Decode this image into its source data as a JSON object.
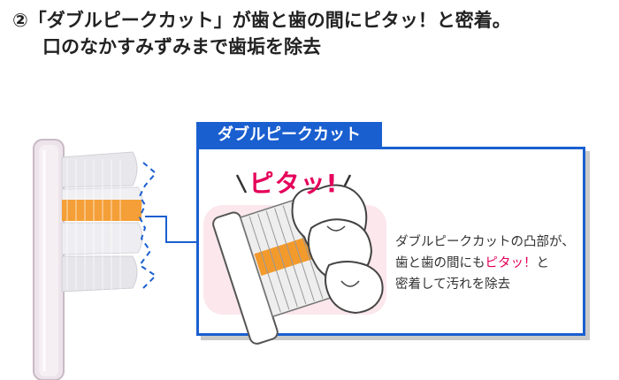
{
  "headline": {
    "line1": "②「ダブルピークカット」が歯と歯の間にピタッ！と密着。",
    "line2": "口のなかすみずみまで歯垢を除去"
  },
  "callout": {
    "title": "ダブルピークカット",
    "exclaim": "ピタッ!",
    "desc_line1": "ダブルピークカットの凸部が、",
    "desc_line2_pre": "歯と歯の間にも",
    "desc_line2_highlight": "ピタッ！",
    "desc_line2_post": "と",
    "desc_line3": "密着して汚れを除去"
  },
  "colors": {
    "accent_blue": "#1a5fd0",
    "highlight_pink": "#e5005a",
    "bristle_orange": "#f39a2c",
    "panel_pink": "#fbe7ec"
  }
}
